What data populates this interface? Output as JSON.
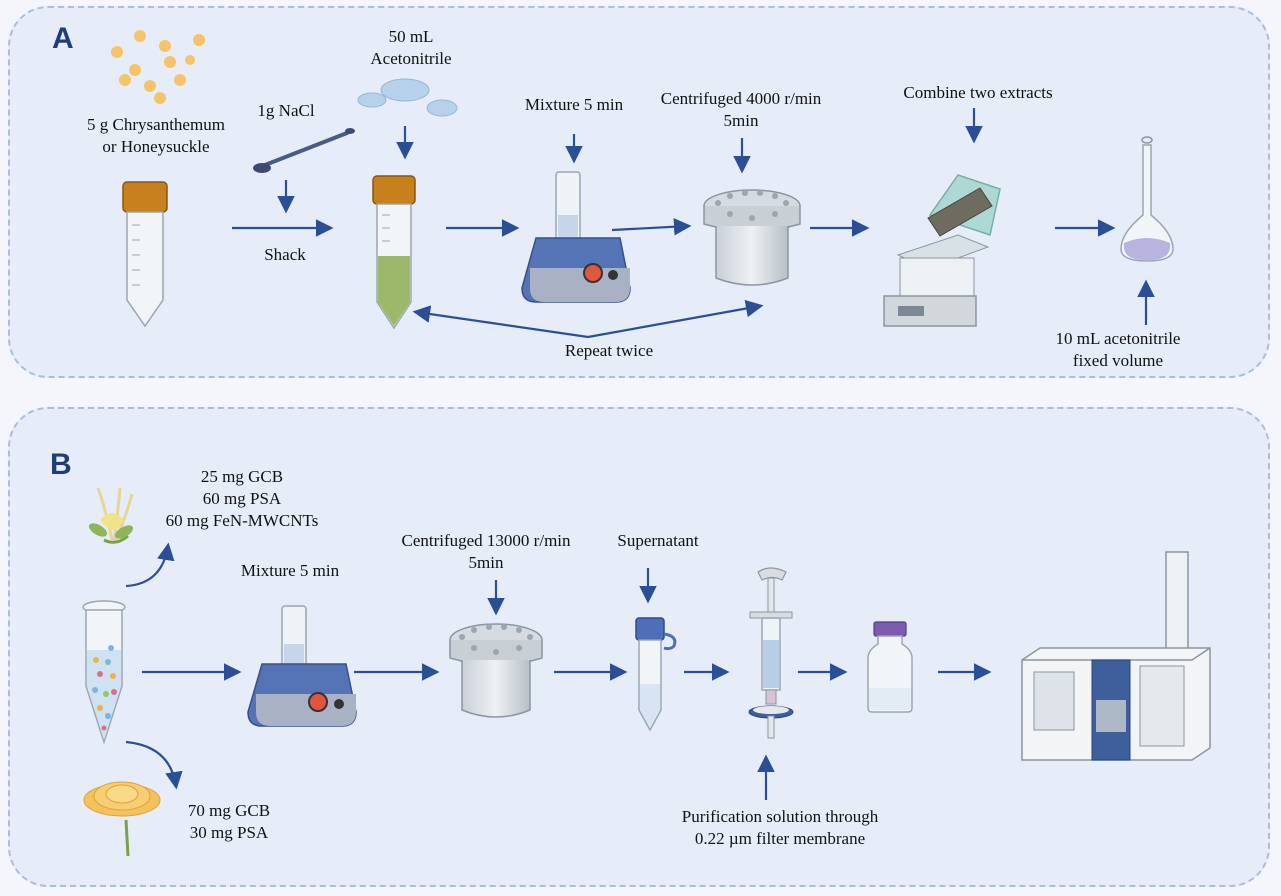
{
  "panel_a": {
    "label": "A",
    "sample": [
      "5 g Chrysanthemum",
      "or Honeysuckle"
    ],
    "nacl": "1g NaCl",
    "acetonitrile": [
      "50 mL",
      "Acetonitrile"
    ],
    "shack": "Shack",
    "mixture": "Mixture 5 min",
    "centrifuged": [
      "Centrifuged 4000 r/min",
      "5min"
    ],
    "combine": "Combine two extracts",
    "repeat": "Repeat twice",
    "fixed_volume": [
      "10 mL acetonitrile",
      "fixed volume"
    ]
  },
  "panel_b": {
    "label": "B",
    "honeysuckle_sorbents": [
      "25 mg GCB",
      "60 mg PSA",
      "60 mg FeN-MWCNTs"
    ],
    "chrysanthemum_sorbents": [
      "70 mg GCB",
      "30 mg PSA"
    ],
    "mixture": "Mixture 5 min",
    "centrifuged": [
      "Centrifuged 13000 r/min",
      "5min"
    ],
    "supernatant": "Supernatant",
    "purification": [
      "Purification solution through",
      "0.22 µm filter membrane"
    ]
  },
  "colors": {
    "arrow": "#2b4f94",
    "panel_border": "#a9bedb",
    "panel_fill": "#e6edf8",
    "label": "#1e3f73"
  }
}
